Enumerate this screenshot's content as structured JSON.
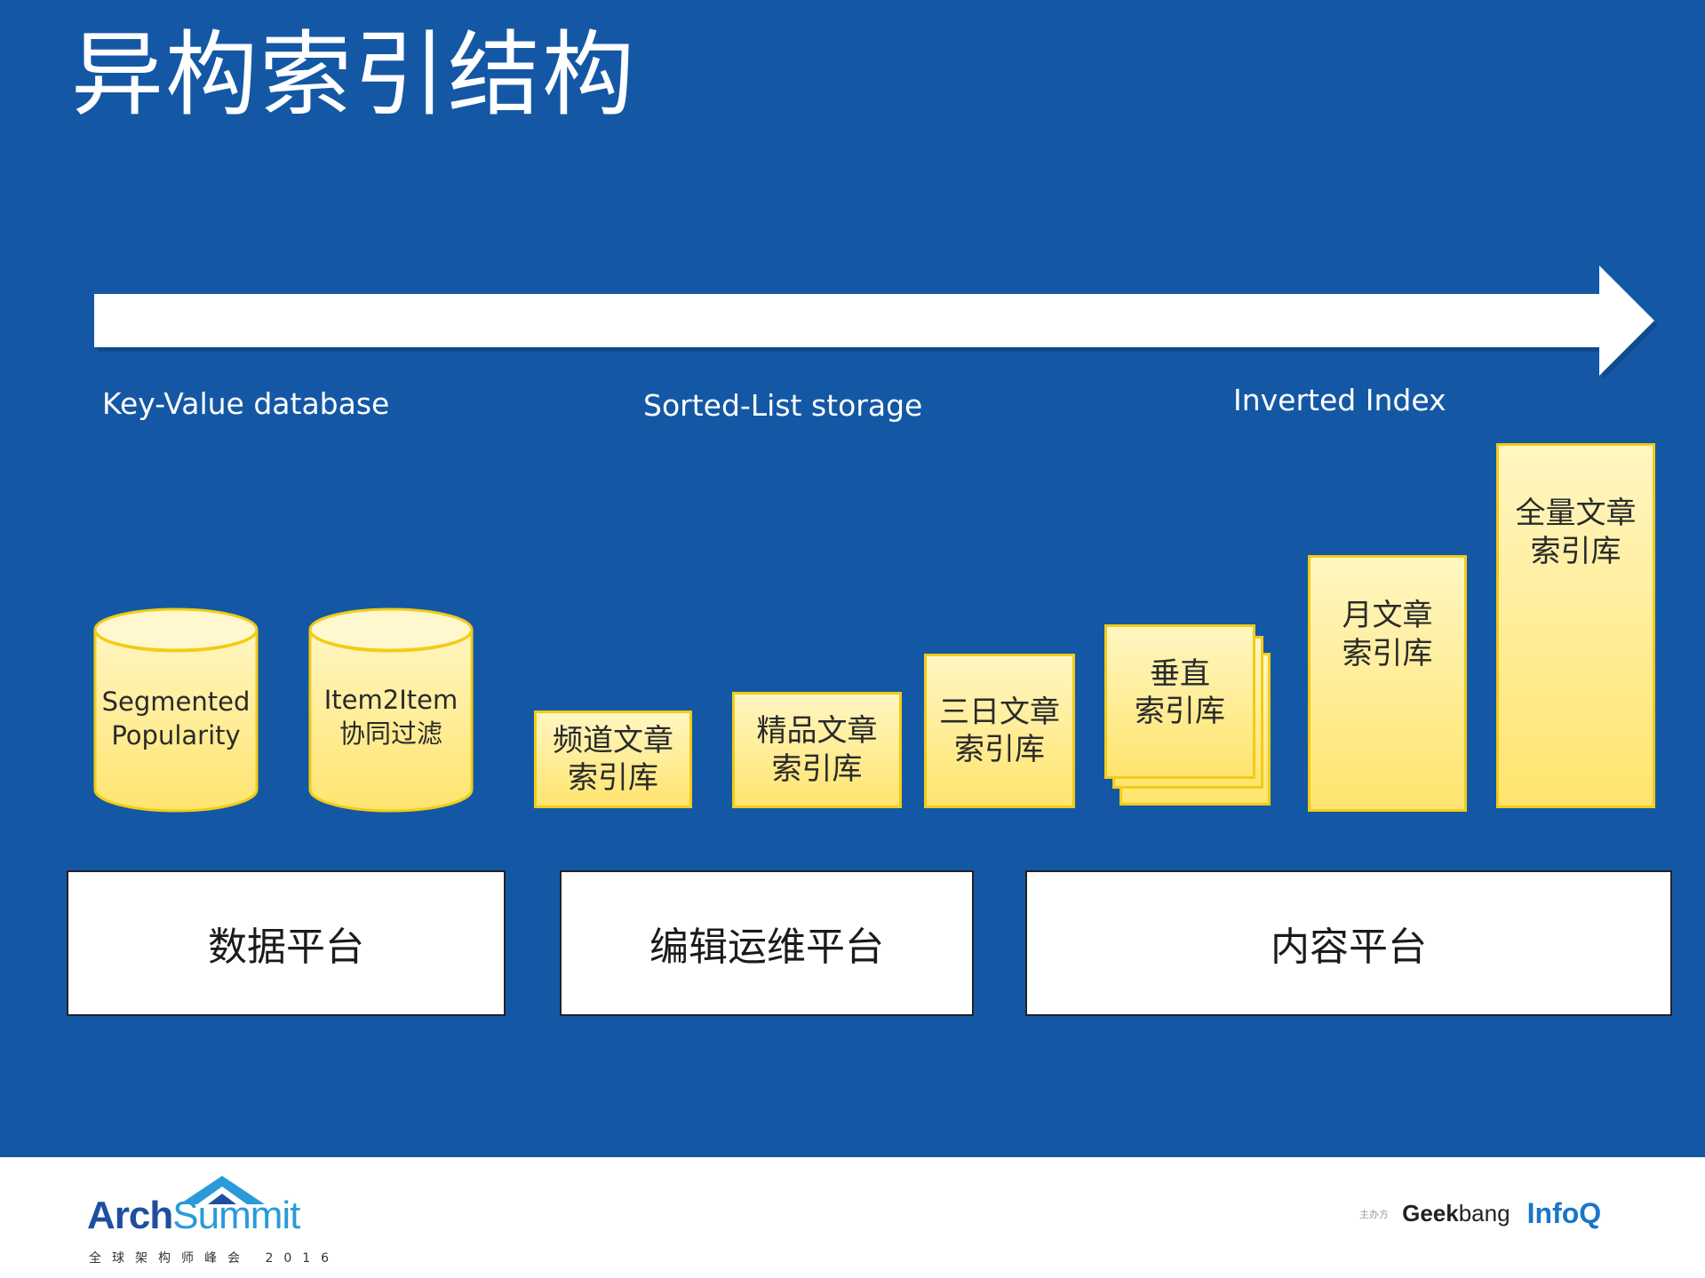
{
  "title": "异构索引结构",
  "categories": {
    "kv": "Key-Value database",
    "sorted": "Sorted-List storage",
    "inverted": "Inverted Index"
  },
  "databases": [
    {
      "line1": "Segmented",
      "line2": "Popularity"
    },
    {
      "line1": "Item2Item",
      "line2": "协同过滤"
    }
  ],
  "indexes": [
    {
      "line1": "频道文章",
      "line2": "索引库"
    },
    {
      "line1": "精品文章",
      "line2": "索引库"
    },
    {
      "line1": "三日文章",
      "line2": "索引库"
    },
    {
      "line1": "垂直",
      "line2": "索引库"
    },
    {
      "line1": "月文章",
      "line2": "索引库"
    },
    {
      "line1": "全量文章",
      "line2": "索引库"
    }
  ],
  "platforms": [
    "数据平台",
    "编辑运维平台",
    "内容平台"
  ],
  "footer": {
    "brand_arch": "Arch",
    "brand_summit": "Summit",
    "brand_sub": "全球架构师峰会 2016",
    "host_label": "主办方",
    "geek": "Geek",
    "bang": "bang",
    "infoq": "InfoQ"
  },
  "colors": {
    "background": "#1458a5",
    "box_fill_top": "#fff6c2",
    "box_fill_bottom": "#ffe46e",
    "box_border": "#f2cc17"
  }
}
